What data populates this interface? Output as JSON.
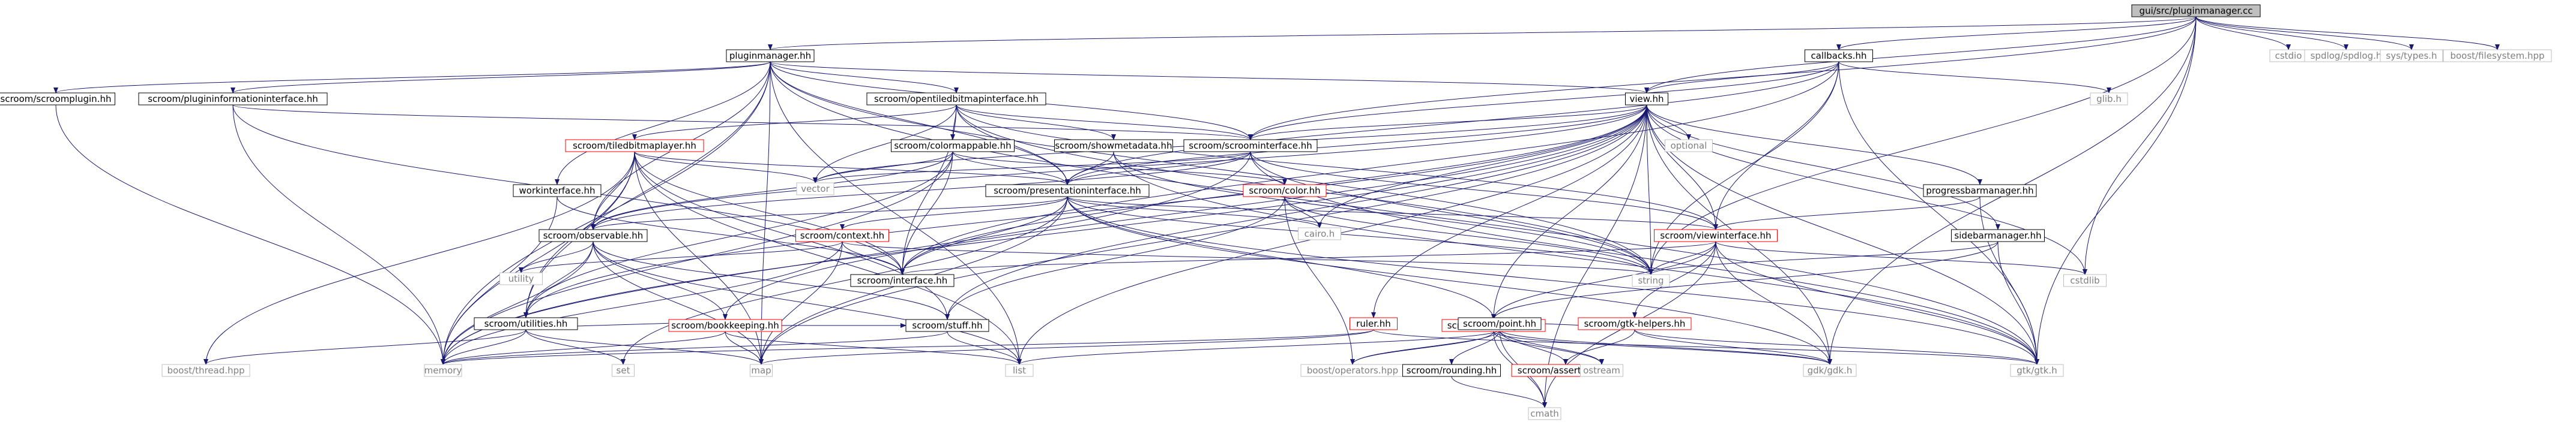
{
  "diagram": {
    "title": "gui/src/pluginmanager.cc",
    "colors": {
      "edge": "#191970",
      "root_fill": "#bfbfbf",
      "node_border": "#000000",
      "ext_border": "#bfbfbf",
      "ext_text": "#7f7f7f",
      "incomplete_border": "#ff0000",
      "text": "#000000"
    },
    "nodes": [
      {
        "id": "root",
        "label": "gui/src/pluginmanager.cc",
        "style": "root"
      },
      {
        "id": "pluginmanager_hh",
        "label": "pluginmanager.hh",
        "style": "normal"
      },
      {
        "id": "callbacks_hh",
        "label": "callbacks.hh",
        "style": "normal"
      },
      {
        "id": "cstdio",
        "label": "cstdio",
        "style": "external"
      },
      {
        "id": "spdlog",
        "label": "spdlog/spdlog.h",
        "style": "external"
      },
      {
        "id": "systypes",
        "label": "sys/types.h",
        "style": "external"
      },
      {
        "id": "boostfs",
        "label": "boost/filesystem.hpp",
        "style": "external"
      },
      {
        "id": "scroomplugin",
        "label": "scroom/scroomplugin.hh",
        "style": "normal"
      },
      {
        "id": "plugininfo",
        "label": "scroom/plugininformationinterface.hh",
        "style": "normal"
      },
      {
        "id": "opentiled",
        "label": "scroom/opentiledbitmapinterface.hh",
        "style": "normal"
      },
      {
        "id": "view_hh",
        "label": "view.hh",
        "style": "normal"
      },
      {
        "id": "glib",
        "label": "glib.h",
        "style": "external"
      },
      {
        "id": "tiledbitmaplayer",
        "label": "scroom/tiledbitmaplayer.hh",
        "style": "incomplete"
      },
      {
        "id": "colormappable",
        "label": "scroom/colormappable.hh",
        "style": "normal"
      },
      {
        "id": "showmetadata",
        "label": "scroom/showmetadata.hh",
        "style": "normal"
      },
      {
        "id": "scroominterface",
        "label": "scroom/scroominterface.hh",
        "style": "normal"
      },
      {
        "id": "optional",
        "label": "optional",
        "style": "external"
      },
      {
        "id": "vector",
        "label": "vector",
        "style": "external"
      },
      {
        "id": "workinterface",
        "label": "workinterface.hh",
        "style": "normal"
      },
      {
        "id": "presentationinterface",
        "label": "scroom/presentationinterface.hh",
        "style": "normal"
      },
      {
        "id": "color_hh",
        "label": "scroom/color.hh",
        "style": "incomplete"
      },
      {
        "id": "progressbarmanager",
        "label": "progressbarmanager.hh",
        "style": "normal"
      },
      {
        "id": "cairo",
        "label": "cairo.h",
        "style": "external"
      },
      {
        "id": "observable",
        "label": "scroom/observable.hh",
        "style": "normal"
      },
      {
        "id": "context_hh",
        "label": "scroom/context.hh",
        "style": "incomplete"
      },
      {
        "id": "viewinterface",
        "label": "scroom/viewinterface.hh",
        "style": "incomplete"
      },
      {
        "id": "sidebarmanager",
        "label": "sidebarmanager.hh",
        "style": "normal"
      },
      {
        "id": "utility",
        "label": "utility",
        "style": "external"
      },
      {
        "id": "interface_hh",
        "label": "scroom/interface.hh",
        "style": "normal"
      },
      {
        "id": "string",
        "label": "string",
        "style": "external"
      },
      {
        "id": "cstdlib",
        "label": "cstdlib",
        "style": "external"
      },
      {
        "id": "bookkeeping",
        "label": "scroom/bookkeeping.hh",
        "style": "incomplete"
      },
      {
        "id": "rectangle",
        "label": "scroom/rectangle.hh",
        "style": "incomplete"
      },
      {
        "id": "utilities",
        "label": "scroom/utilities.hh",
        "style": "normal"
      },
      {
        "id": "stuff_hh",
        "label": "scroom/stuff.hh",
        "style": "normal"
      },
      {
        "id": "ruler_hh",
        "label": "ruler.hh",
        "style": "incomplete"
      },
      {
        "id": "point_hh",
        "label": "scroom/point.hh",
        "style": "normal"
      },
      {
        "id": "gtkhelpers",
        "label": "scroom/gtk-helpers.hh",
        "style": "incomplete"
      },
      {
        "id": "boostthread",
        "label": "boost/thread.hpp",
        "style": "external"
      },
      {
        "id": "memory",
        "label": "memory",
        "style": "external"
      },
      {
        "id": "set",
        "label": "set",
        "style": "external"
      },
      {
        "id": "map",
        "label": "map",
        "style": "external"
      },
      {
        "id": "list",
        "label": "list",
        "style": "external"
      },
      {
        "id": "boostoperators",
        "label": "boost/operators.hpp",
        "style": "external"
      },
      {
        "id": "rounding",
        "label": "scroom/rounding.hh",
        "style": "normal"
      },
      {
        "id": "assertions",
        "label": "scroom/assertions.hh",
        "style": "incomplete"
      },
      {
        "id": "ostream",
        "label": "ostream",
        "style": "external"
      },
      {
        "id": "gdk",
        "label": "gdk/gdk.h",
        "style": "external"
      },
      {
        "id": "gtk",
        "label": "gtk/gtk.h",
        "style": "external"
      },
      {
        "id": "cmath",
        "label": "cmath",
        "style": "external"
      }
    ],
    "edges": [
      [
        "root",
        "pluginmanager_hh"
      ],
      [
        "root",
        "callbacks_hh"
      ],
      [
        "root",
        "cstdio"
      ],
      [
        "root",
        "spdlog"
      ],
      [
        "root",
        "systypes"
      ],
      [
        "root",
        "boostfs"
      ],
      [
        "root",
        "view_hh"
      ],
      [
        "root",
        "string"
      ],
      [
        "root",
        "cstdlib"
      ],
      [
        "root",
        "gdk"
      ],
      [
        "root",
        "gtk"
      ],
      [
        "root",
        "scroominterface"
      ],
      [
        "pluginmanager_hh",
        "scroomplugin"
      ],
      [
        "pluginmanager_hh",
        "plugininfo"
      ],
      [
        "pluginmanager_hh",
        "opentiled"
      ],
      [
        "pluginmanager_hh",
        "view_hh"
      ],
      [
        "pluginmanager_hh",
        "workinterface"
      ],
      [
        "pluginmanager_hh",
        "scroominterface"
      ],
      [
        "pluginmanager_hh",
        "presentationinterface"
      ],
      [
        "pluginmanager_hh",
        "utilities"
      ],
      [
        "pluginmanager_hh",
        "memory"
      ],
      [
        "pluginmanager_hh",
        "map"
      ],
      [
        "pluginmanager_hh",
        "list"
      ],
      [
        "pluginmanager_hh",
        "string"
      ],
      [
        "pluginmanager_hh",
        "observable"
      ],
      [
        "pluginmanager_hh",
        "gtk"
      ],
      [
        "callbacks_hh",
        "view_hh"
      ],
      [
        "callbacks_hh",
        "glib"
      ],
      [
        "callbacks_hh",
        "gtk"
      ],
      [
        "callbacks_hh",
        "scroominterface"
      ],
      [
        "callbacks_hh",
        "presentationinterface"
      ],
      [
        "callbacks_hh",
        "string"
      ],
      [
        "callbacks_hh",
        "interface_hh"
      ],
      [
        "callbacks_hh",
        "viewinterface"
      ],
      [
        "scroomplugin",
        "memory"
      ],
      [
        "plugininfo",
        "scroominterface"
      ],
      [
        "plugininfo",
        "interface_hh"
      ],
      [
        "plugininfo",
        "memory"
      ],
      [
        "opentiled",
        "tiledbitmaplayer"
      ],
      [
        "opentiled",
        "colormappable"
      ],
      [
        "opentiled",
        "showmetadata"
      ],
      [
        "opentiled",
        "scroominterface"
      ],
      [
        "opentiled",
        "presentationinterface"
      ],
      [
        "opentiled",
        "vector"
      ],
      [
        "opentiled",
        "string"
      ],
      [
        "opentiled",
        "interface_hh"
      ],
      [
        "opentiled",
        "viewinterface"
      ],
      [
        "view_hh",
        "optional"
      ],
      [
        "view_hh",
        "vector"
      ],
      [
        "view_hh",
        "progressbarmanager"
      ],
      [
        "view_hh",
        "sidebarmanager"
      ],
      [
        "view_hh",
        "scroominterface"
      ],
      [
        "view_hh",
        "presentationinterface"
      ],
      [
        "view_hh",
        "viewinterface"
      ],
      [
        "view_hh",
        "rectangle"
      ],
      [
        "view_hh",
        "ruler_hh"
      ],
      [
        "view_hh",
        "stuff_hh"
      ],
      [
        "view_hh",
        "string"
      ],
      [
        "view_hh",
        "cstdlib"
      ],
      [
        "view_hh",
        "gdk"
      ],
      [
        "view_hh",
        "gtk"
      ],
      [
        "view_hh",
        "cmath"
      ],
      [
        "view_hh",
        "cairo"
      ],
      [
        "view_hh",
        "memory"
      ],
      [
        "view_hh",
        "map"
      ],
      [
        "view_hh",
        "list"
      ],
      [
        "view_hh",
        "bookkeeping"
      ],
      [
        "view_hh",
        "utilities"
      ],
      [
        "view_hh",
        "interface_hh"
      ],
      [
        "view_hh",
        "observable"
      ],
      [
        "tiledbitmaplayer",
        "vector"
      ],
      [
        "tiledbitmaplayer",
        "observable"
      ],
      [
        "tiledbitmaplayer",
        "presentationinterface"
      ],
      [
        "tiledbitmaplayer",
        "stuff_hh"
      ],
      [
        "tiledbitmaplayer",
        "memory"
      ],
      [
        "tiledbitmaplayer",
        "utilities"
      ],
      [
        "tiledbitmaplayer",
        "interface_hh"
      ],
      [
        "tiledbitmaplayer",
        "map"
      ],
      [
        "tiledbitmaplayer",
        "boostthread"
      ],
      [
        "tiledbitmaplayer",
        "list"
      ],
      [
        "colormappable",
        "color_hh"
      ],
      [
        "colormappable",
        "observable"
      ],
      [
        "colormappable",
        "presentationinterface"
      ],
      [
        "colormappable",
        "vector"
      ],
      [
        "colormappable",
        "memory"
      ],
      [
        "colormappable",
        "utilities"
      ],
      [
        "colormappable",
        "interface_hh"
      ],
      [
        "showmetadata",
        "presentationinterface"
      ],
      [
        "showmetadata",
        "string"
      ],
      [
        "showmetadata",
        "gtk"
      ],
      [
        "scroominterface",
        "presentationinterface"
      ],
      [
        "scroominterface",
        "vector"
      ],
      [
        "scroominterface",
        "memory"
      ],
      [
        "scroominterface",
        "string"
      ],
      [
        "scroominterface",
        "observable"
      ],
      [
        "scroominterface",
        "viewinterface"
      ],
      [
        "scroominterface",
        "gtk"
      ],
      [
        "workinterface",
        "memory"
      ],
      [
        "workinterface",
        "interface_hh"
      ],
      [
        "presentationinterface",
        "cairo"
      ],
      [
        "presentationinterface",
        "context_hh"
      ],
      [
        "presentationinterface",
        "observable"
      ],
      [
        "presentationinterface",
        "viewinterface"
      ],
      [
        "presentationinterface",
        "rectangle"
      ],
      [
        "presentationinterface",
        "interface_hh"
      ],
      [
        "presentationinterface",
        "map"
      ],
      [
        "presentationinterface",
        "set"
      ],
      [
        "presentationinterface",
        "string"
      ],
      [
        "presentationinterface",
        "gdk"
      ],
      [
        "presentationinterface",
        "gtk"
      ],
      [
        "color_hh",
        "cairo"
      ],
      [
        "color_hh",
        "string"
      ],
      [
        "color_hh",
        "boostoperators"
      ],
      [
        "color_hh",
        "stuff_hh"
      ],
      [
        "progressbarmanager",
        "viewinterface"
      ],
      [
        "progressbarmanager",
        "gtk"
      ],
      [
        "observable",
        "utility"
      ],
      [
        "observable",
        "memory"
      ],
      [
        "observable",
        "map"
      ],
      [
        "observable",
        "list"
      ],
      [
        "observable",
        "bookkeeping"
      ],
      [
        "observable",
        "utilities"
      ],
      [
        "observable",
        "stuff_hh"
      ],
      [
        "context_hh",
        "utility"
      ],
      [
        "context_hh",
        "interface_hh"
      ],
      [
        "context_hh",
        "memory"
      ],
      [
        "context_hh",
        "string"
      ],
      [
        "context_hh",
        "map"
      ],
      [
        "viewinterface",
        "interface_hh"
      ],
      [
        "viewinterface",
        "rectangle"
      ],
      [
        "viewinterface",
        "gtkhelpers"
      ],
      [
        "viewinterface",
        "string"
      ],
      [
        "viewinterface",
        "cstdlib"
      ],
      [
        "viewinterface",
        "cmath"
      ],
      [
        "viewinterface",
        "gdk"
      ],
      [
        "viewinterface",
        "gtk"
      ],
      [
        "sidebarmanager",
        "string"
      ],
      [
        "sidebarmanager",
        "gtk"
      ],
      [
        "sidebarmanager",
        "rectangle"
      ],
      [
        "bookkeeping",
        "utilities"
      ],
      [
        "bookkeeping",
        "memory"
      ],
      [
        "bookkeeping",
        "map"
      ],
      [
        "bookkeeping",
        "list"
      ],
      [
        "bookkeeping",
        "stuff_hh"
      ],
      [
        "rectangle",
        "point_hh"
      ],
      [
        "rectangle",
        "gtkhelpers"
      ],
      [
        "rectangle",
        "boostoperators"
      ],
      [
        "rectangle",
        "ostream"
      ],
      [
        "rectangle",
        "cmath"
      ],
      [
        "rectangle",
        "gdk"
      ],
      [
        "utilities",
        "boostthread"
      ],
      [
        "utilities",
        "memory"
      ],
      [
        "utilities",
        "set"
      ],
      [
        "utilities",
        "map"
      ],
      [
        "stuff_hh",
        "memory"
      ],
      [
        "stuff_hh",
        "list"
      ],
      [
        "ruler_hh",
        "memory"
      ],
      [
        "ruler_hh",
        "map"
      ],
      [
        "ruler_hh",
        "gtk"
      ],
      [
        "point_hh",
        "boostoperators"
      ],
      [
        "point_hh",
        "rounding"
      ],
      [
        "point_hh",
        "assertions"
      ],
      [
        "point_hh",
        "ostream"
      ],
      [
        "point_hh",
        "gdk"
      ],
      [
        "point_hh",
        "cmath"
      ],
      [
        "point_hh",
        "list"
      ],
      [
        "gtkhelpers",
        "gtk"
      ],
      [
        "gtkhelpers",
        "assertions"
      ],
      [
        "gtkhelpers",
        "gdk"
      ],
      [
        "rounding",
        "cmath"
      ]
    ]
  }
}
